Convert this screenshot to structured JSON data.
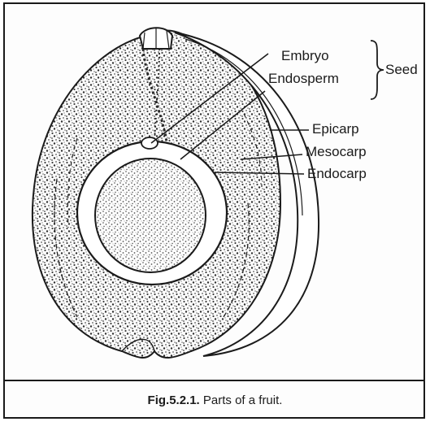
{
  "figure": {
    "labels": {
      "embryo": "Embryo",
      "endosperm": "Endosperm",
      "seed": "Seed",
      "epicarp": "Epicarp",
      "mesocarp": "Mesocarp",
      "endocarp": "Endocarp"
    },
    "caption": {
      "number": "Fig.5.2.1.",
      "text": "Parts of a fruit."
    },
    "colors": {
      "ink": "#1b1b1b",
      "stipple": "#4a4a4a"
    }
  }
}
